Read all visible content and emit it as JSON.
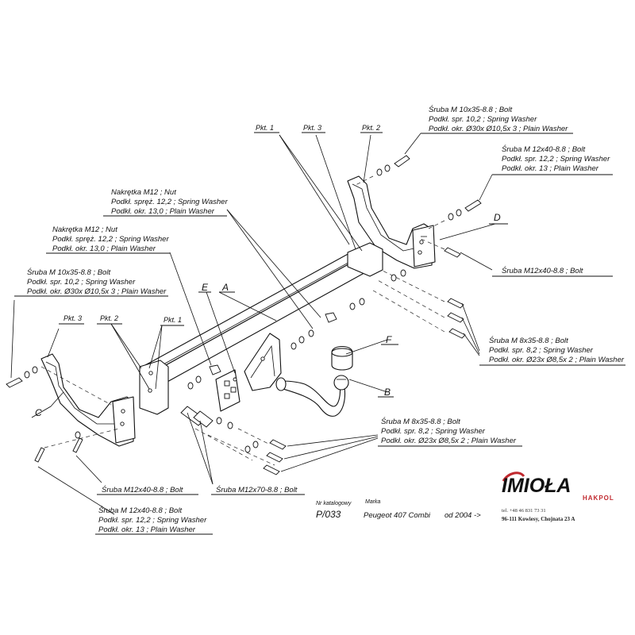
{
  "labels": {
    "top_bolt": [
      "Śruba M 10x35-8.8   ;  Bolt",
      "Podkł. spr. 10,2   ; Spring Washer",
      "Podkł. okr.  Ø30x Ø10,5x 3 ; Plain Washer"
    ],
    "right_bolt_m12": [
      "Śruba M 12x40-8.8   ;  Bolt",
      "Podkł. spr.  12,2   ; Spring Washer",
      "Podkł. okr. 13   ; Plain Washer"
    ],
    "nut_upper": [
      "Nakrętka  M12 ; Nut",
      "Podkł. spręż. 12,2  ; Spring Washer",
      "Podkł. okr. 13,0  ; Plain Washer"
    ],
    "nut_lower": [
      "Nakrętka  M12 ; Nut",
      "Podkł. spręż. 12,2  ; Spring Washer",
      "Podkł. okr. 13,0  ; Plain Washer"
    ],
    "left_bolt": [
      "Śruba M 10x35-8.8   ;  Bolt",
      "Podkł. spr. 10,2   ; Spring Washer",
      "Podkł. okr.  Ø30x Ø10,5x 3 ; Plain Washer"
    ],
    "right_bolt_single": "Śruba M12x40-8.8   ;  Bolt",
    "right_bolt_m8": [
      "Śruba  M 8x35-8.8   ;  Bolt",
      "Podkł. spr. 8,2   ; Spring Washer",
      "Podkł. okr.  Ø23x Ø8,5x 2 ; Plain Washer"
    ],
    "mid_bolt_m8": [
      "Śruba  M 8x35-8.8   ;  Bolt",
      "Podkł. spr. 8,2   ; Spring Washer",
      "Podkł. okr.  Ø23x Ø8,5x 2 ; Plain Washer"
    ],
    "bottom_left_bolt": "Śruba M12x40-8.8   ;  Bolt",
    "bottom_mid_bolt": "Śruba M12x70-8.8   ;  Bolt",
    "bottom_bolt": [
      "Śruba  M 12x40-8.8   ;  Bolt",
      "Podkł. spr.  12,2   ; Spring Washer",
      "Podkł. okr. 13   ; Plain Washer"
    ]
  },
  "points": {
    "top_pkt1": "Pkt. 1",
    "top_pkt3": "Pkt. 3",
    "top_pkt2": "Pkt. 2",
    "left_pkt3": "Pkt. 3",
    "left_pkt2": "Pkt. 2",
    "left_pkt1": "Pkt. 1"
  },
  "parts": {
    "A": "A",
    "B": "B",
    "C": "C",
    "D": "D",
    "E": "E",
    "F": "F"
  },
  "title_block": {
    "catalog_label": "Nr katalogowy",
    "catalog_number": "P/033",
    "brand_label": "Marka",
    "vehicle": "Peugeot 407 Combi",
    "year": "od 2004 ->"
  },
  "company": {
    "name": "IMIOŁA",
    "sub": "HAKPOL",
    "tel": "tel. +48 46 831 73 31",
    "address": "96-111 Kowiesy, Chojnata 23 A"
  }
}
